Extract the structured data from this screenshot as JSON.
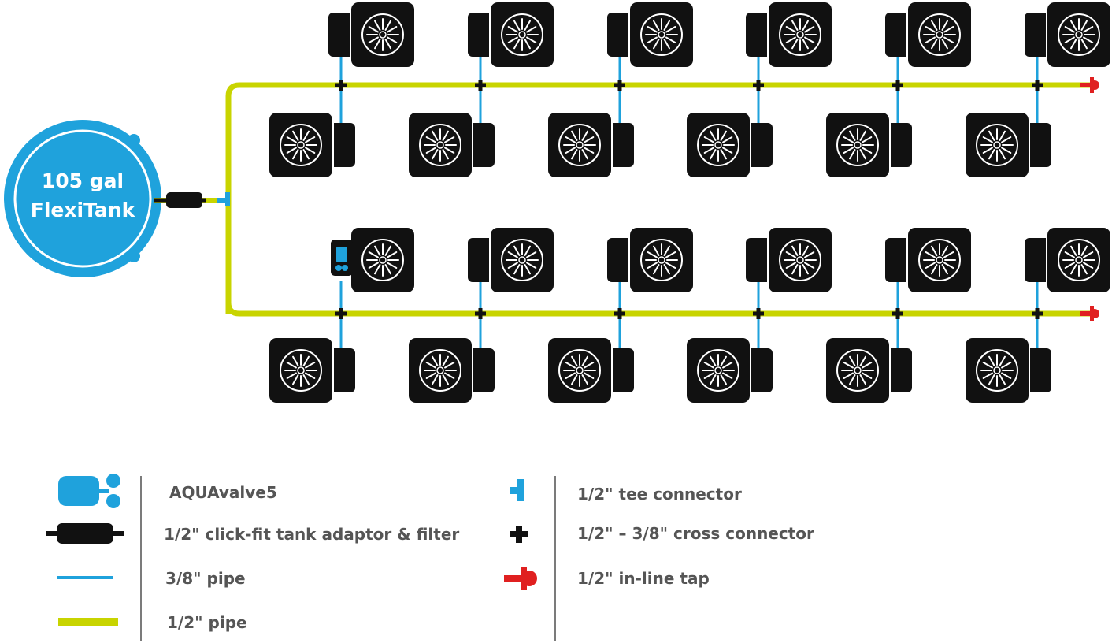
{
  "tank": {
    "line1": "105 gal",
    "line2": "FlexiTank"
  },
  "legend": {
    "left": [
      {
        "icon": "aquavalve-icon",
        "label": "AQUAvalve5"
      },
      {
        "icon": "tank-adaptor-filter-icon",
        "label": "1/2\" click-fit tank adaptor & filter"
      },
      {
        "icon": "pipe-38-icon",
        "label": "3/8\" pipe"
      },
      {
        "icon": "pipe-12-icon",
        "label": "1/2\" pipe"
      }
    ],
    "right": [
      {
        "icon": "tee-connector-icon",
        "label": "1/2\" tee connector"
      },
      {
        "icon": "cross-connector-icon",
        "label": "1/2\" – 3/8\" cross connector"
      },
      {
        "icon": "inline-tap-icon",
        "label": "1/2\" in-line tap"
      }
    ]
  },
  "colors": {
    "tank_blue": "#1fa2dc",
    "pipe_half_inch": "#c8d400",
    "pipe_three_eighths": "#1fa2dc",
    "cross_connector": "#111111",
    "inline_tap": "#e02020",
    "pot": "#111111"
  }
}
